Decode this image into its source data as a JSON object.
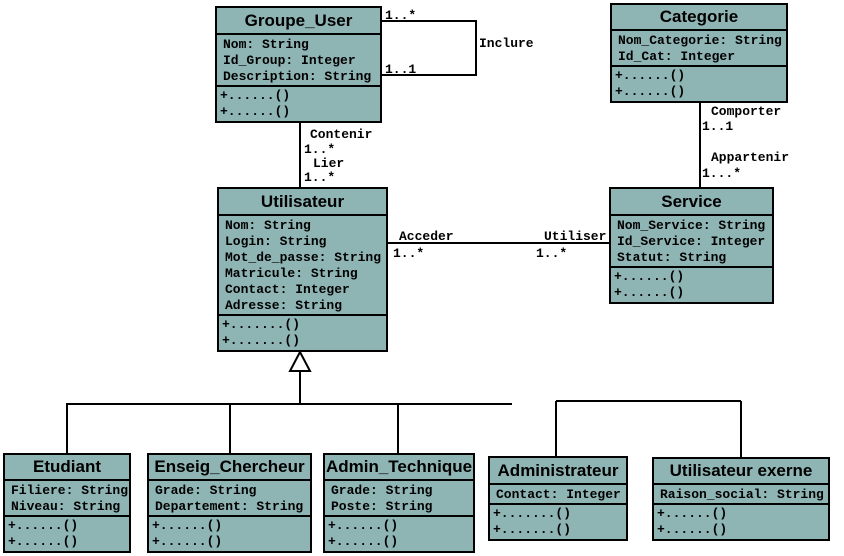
{
  "diagram": {
    "type": "uml-class-diagram",
    "background_color": "#ffffff",
    "class_fill_color": "#8fb4b4",
    "line_color": "#000000"
  },
  "classes": [
    {
      "id": "groupe_user",
      "title": "Groupe_User",
      "attributes": [
        "Nom: String",
        "Id_Group: Integer",
        "Description: String"
      ],
      "methods": [
        "+......()",
        "+......()"
      ]
    },
    {
      "id": "categorie",
      "title": "Categorie",
      "attributes": [
        "Nom_Categorie: String",
        "Id_Cat: Integer"
      ],
      "methods": [
        "+......()",
        "+......()"
      ]
    },
    {
      "id": "utilisateur",
      "title": "Utilisateur",
      "attributes": [
        "Nom: String",
        "Login: String",
        "Mot_de_passe: String",
        "Matricule: String",
        "Contact: Integer",
        "Adresse: String"
      ],
      "methods": [
        "+.......()",
        "+.......()"
      ]
    },
    {
      "id": "service",
      "title": "Service",
      "attributes": [
        "Nom_Service: String",
        "Id_Service: Integer",
        "Statut: String"
      ],
      "methods": [
        "+......()",
        "+......()"
      ]
    },
    {
      "id": "etudiant",
      "title": "Etudiant",
      "attributes": [
        "Filiere: String",
        "Niveau: String"
      ],
      "methods": [
        "+......()",
        "+......()"
      ]
    },
    {
      "id": "enseig_chercheur",
      "title": "Enseig_Chercheur",
      "attributes": [
        "Grade: String",
        "Departement: String"
      ],
      "methods": [
        "+......()",
        "+......()"
      ]
    },
    {
      "id": "admin_technique",
      "title": "Admin_Technique",
      "attributes": [
        "Grade: String",
        "Poste: String"
      ],
      "methods": [
        "+......()",
        "+......()"
      ]
    },
    {
      "id": "administrateur",
      "title": "Administrateur",
      "attributes": [
        "Contact: Integer"
      ],
      "methods": [
        "+.......()",
        "+.......()"
      ]
    },
    {
      "id": "utilisateur_exerne",
      "title": "Utilisateur exerne",
      "attributes": [
        "Raison_social: String"
      ],
      "methods": [
        "+......()",
        "+......()"
      ]
    }
  ],
  "edges": {
    "inclure": {
      "label": "Inclure",
      "source_mult": "1..*",
      "target_mult": "1..1"
    },
    "contenir": {
      "label": "Contenir",
      "mult": "1..*"
    },
    "lier": {
      "label": "Lier",
      "mult": "1..*"
    },
    "comporter": {
      "label": "Comporter",
      "mult": "1..1"
    },
    "appartenir": {
      "label": "Appartenir",
      "mult": "1...*"
    },
    "acceder": {
      "label": "Acceder",
      "mult": "1..*"
    },
    "utiliser": {
      "label": "Utiliser",
      "mult": "1..*"
    }
  }
}
